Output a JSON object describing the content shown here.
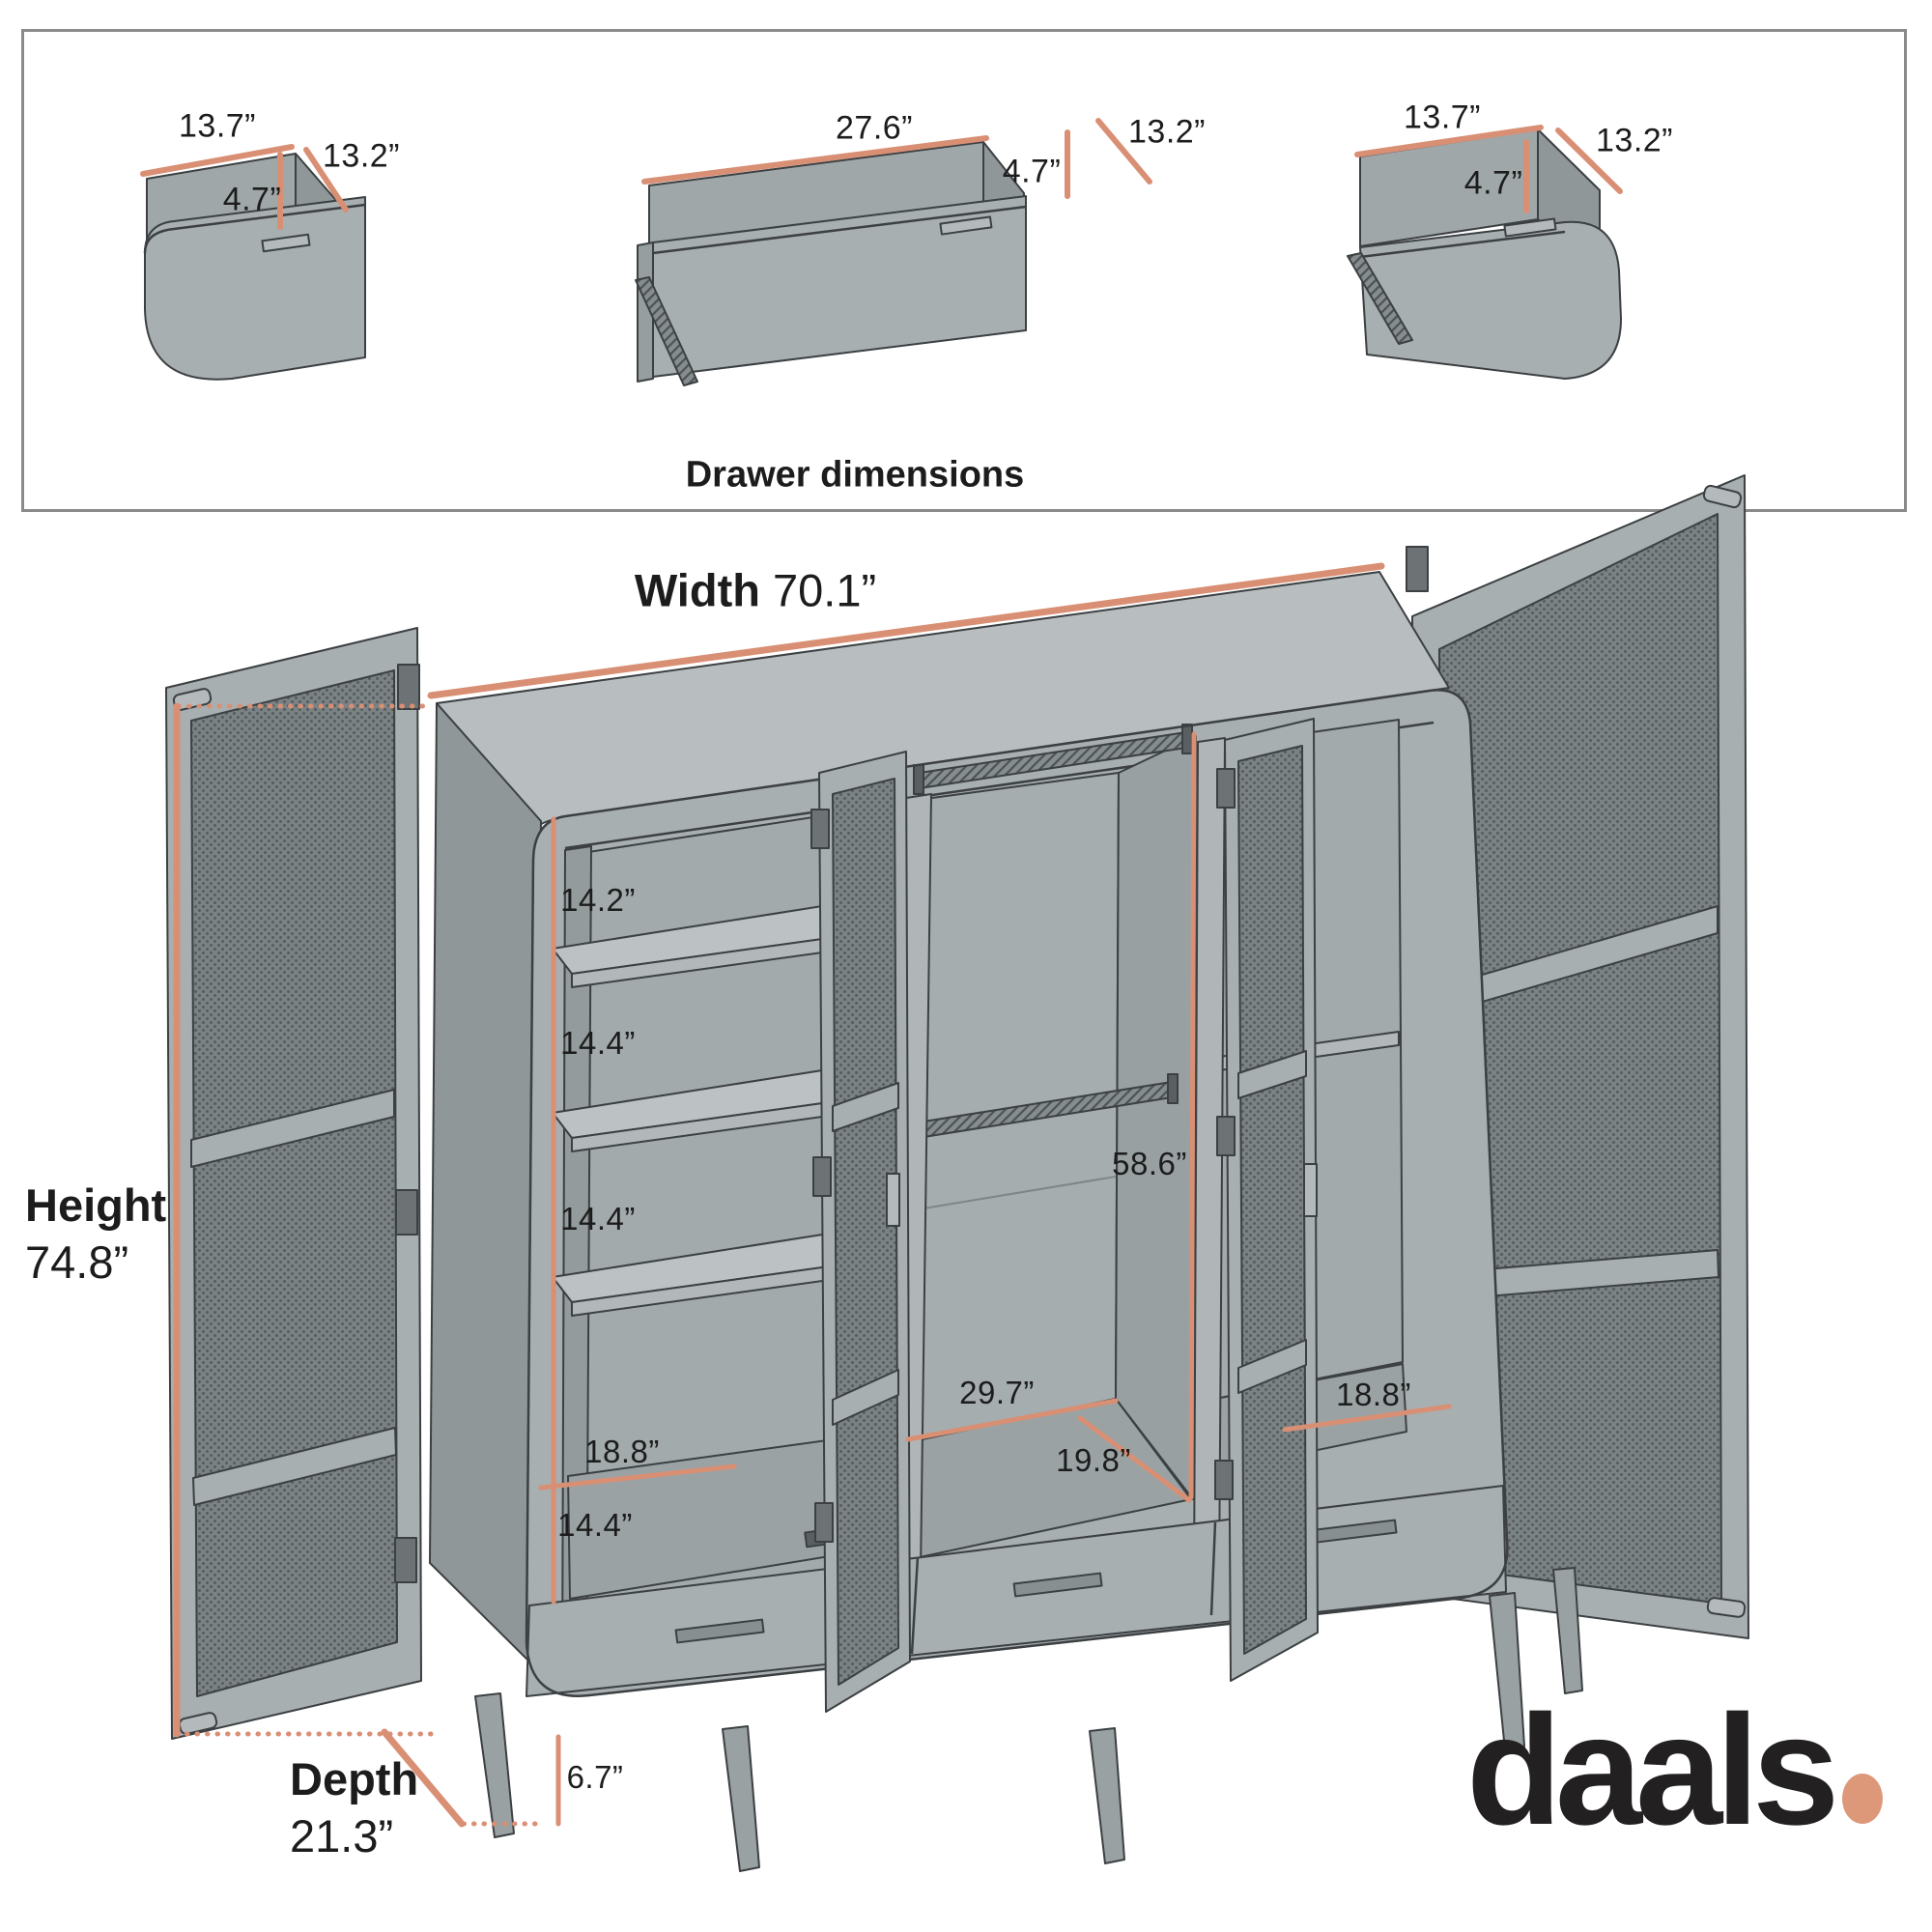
{
  "colors": {
    "accent": "#d98f74",
    "furniture": "#a8afb1",
    "outline": "#3c4042",
    "mesh": "#7b8284",
    "logo_dot": "#dd9779",
    "text": "#1c1c1c",
    "panel_border": "#8a8a8a"
  },
  "drawer_panel": {
    "caption": "Drawer dimensions",
    "drawers": [
      {
        "name": "curved-left-drawer",
        "width": "13.7”",
        "depth": "13.2”",
        "height": "4.7”"
      },
      {
        "name": "wide-center-drawer",
        "width": "27.6”",
        "depth": "13.2”",
        "height": "4.7”"
      },
      {
        "name": "curved-right-drawer",
        "width": "13.7”",
        "depth": "13.2”",
        "height": "4.7”"
      }
    ]
  },
  "wardrobe": {
    "width": {
      "label": "Width",
      "value": "70.1”"
    },
    "height": {
      "label": "Height",
      "value": "74.8”"
    },
    "depth": {
      "label": "Depth",
      "value": "21.3”"
    },
    "leg_height": "6.7”",
    "left_column": {
      "top_gap": "14.2”",
      "gap_2": "14.4”",
      "gap_3": "14.4”",
      "bottom_gap": "14.4”",
      "compartment_width": "18.8”"
    },
    "middle_section": {
      "hanging_height": "58.6”",
      "width": "29.7”",
      "depth": "19.8”"
    },
    "right_column": {
      "compartment_width": "18.8”"
    }
  },
  "brand": {
    "name": "daals",
    "dot": "."
  }
}
